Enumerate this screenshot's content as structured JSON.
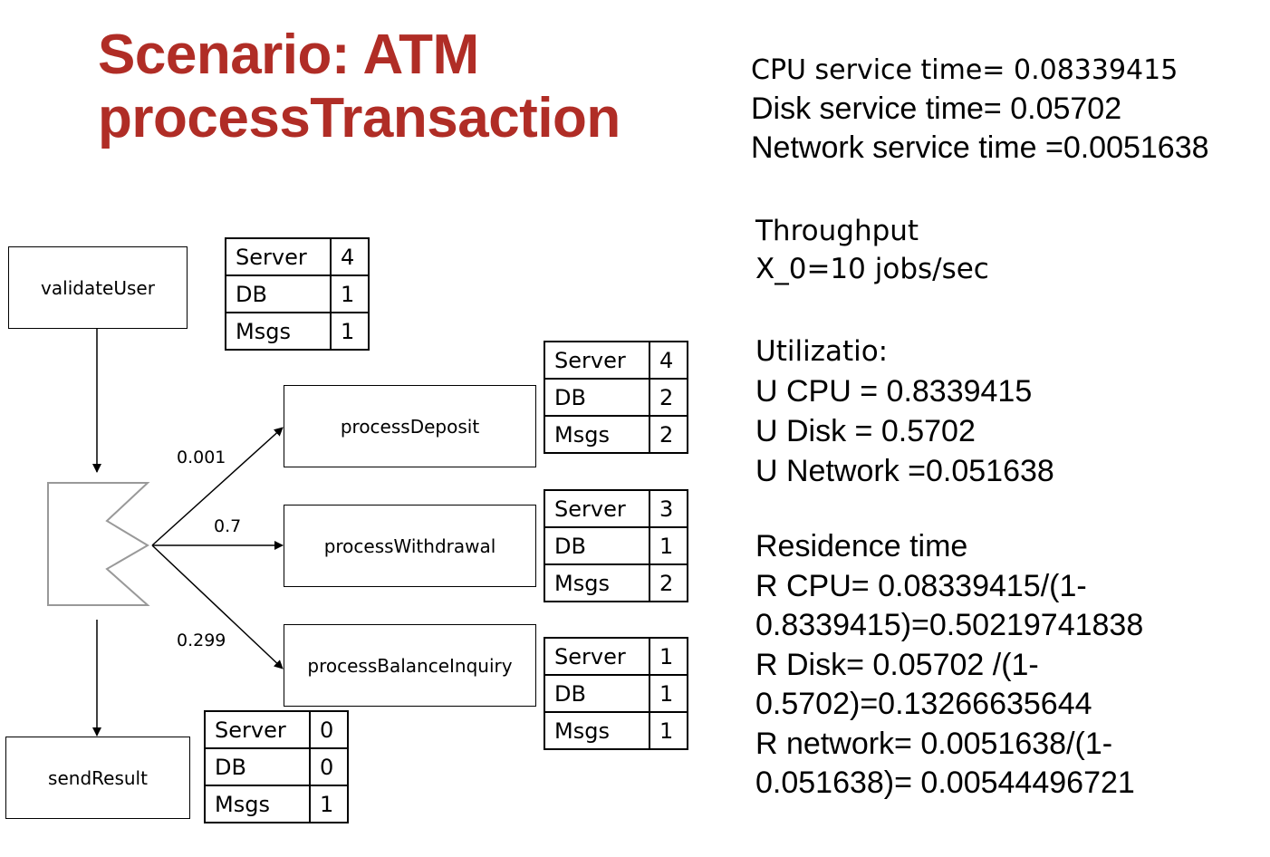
{
  "title": {
    "line1": "Scenario: ATM",
    "line2": "processTransaction"
  },
  "service_times": {
    "cpu": "CPU service time= 0.08339415",
    "disk": "Disk service time= 0.05702",
    "network": "Network service time =0.0051638"
  },
  "throughput": {
    "heading": "Throughput",
    "value": "X_0=10 jobs/sec"
  },
  "utilization": {
    "heading": "Utilizatio:",
    "cpu": "U CPU = 0.8339415",
    "disk": "U Disk = 0.5702",
    "network": "U Network =0.051638"
  },
  "residence": {
    "heading": "Residence time",
    "lines": [
      "R CPU= 0.08339415/(1-",
      "0.8339415)=0.50219741838",
      "R Disk= 0.05702 /(1-",
      "0.5702)=0.13266635644",
      "R network= 0.0051638/(1-",
      "0.051638)= 0.00544496721"
    ]
  },
  "diagram": {
    "nodes": {
      "validate": "validateUser",
      "deposit": "processDeposit",
      "withdrawal": "processWithdrawal",
      "balance": "processBalanceInquiry",
      "send": "sendResult"
    },
    "branch_probabilities": {
      "deposit": "0.001",
      "withdrawal": "0.7",
      "balance": "0.299"
    },
    "resource_tables": {
      "validate": [
        [
          "Server",
          "4"
        ],
        [
          "DB",
          "1"
        ],
        [
          "Msgs",
          "1"
        ]
      ],
      "deposit": [
        [
          "Server",
          "4"
        ],
        [
          "DB",
          "2"
        ],
        [
          "Msgs",
          "2"
        ]
      ],
      "withdrawal": [
        [
          "Server",
          "3"
        ],
        [
          "DB",
          "1"
        ],
        [
          "Msgs",
          "2"
        ]
      ],
      "balance": [
        [
          "Server",
          "1"
        ],
        [
          "DB",
          "1"
        ],
        [
          "Msgs",
          "1"
        ]
      ],
      "send": [
        [
          "Server",
          "0"
        ],
        [
          "DB",
          "0"
        ],
        [
          "Msgs",
          "1"
        ]
      ]
    }
  }
}
